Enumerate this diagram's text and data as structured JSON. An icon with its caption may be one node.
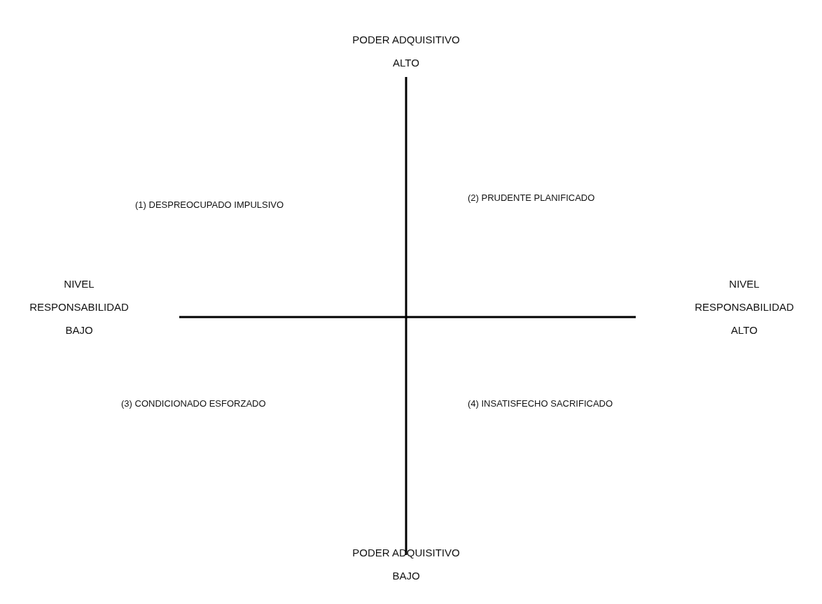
{
  "diagram": {
    "labels": [
      "PODER ADQUISITIVO ALTO",
      "(1) DESPREOCUPADO IMPULSIVO",
      "(2) PRUDENTE PLANIFICADO",
      "NIVEL RESPONSABILIDAD BAJO",
      "NIVEL RESPONSABILIDAD ALTO",
      "(3) CONDICIONADO ESFORZADO",
      "(4) INSATISFECHO SACRIFICADO",
      "PODER ADQUISITIVO BAJO"
    ]
  }
}
